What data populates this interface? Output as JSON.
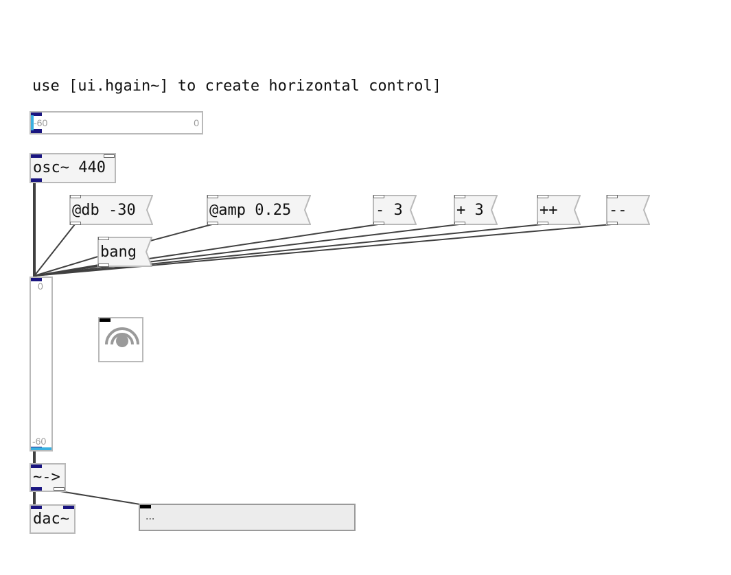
{
  "patch": {
    "comment": "use [ui.hgain~] to create horizontal control]",
    "hgain": {
      "min_label": "-60",
      "max_label": "0",
      "level": 0.0
    },
    "vgain": {
      "max_label": "0",
      "min_label": "-60",
      "level": 0.0
    },
    "objects": {
      "osc": "osc~ 440",
      "send": "~->",
      "dac": "dac~"
    },
    "messages": {
      "db": "@db -30",
      "amp": "@amp 0.25",
      "minus": "- 3",
      "plus": "+ 3",
      "inc": "++",
      "dec": "--",
      "bang": "bang"
    },
    "display": {
      "text": "..."
    },
    "dsp_toggle": {
      "icon": "dsp-speaker-icon"
    }
  },
  "colors": {
    "signal_port": "#1a1580",
    "gain_accent": "#3ab0e0",
    "border": "#b9b9b9",
    "wire": "#404040"
  }
}
